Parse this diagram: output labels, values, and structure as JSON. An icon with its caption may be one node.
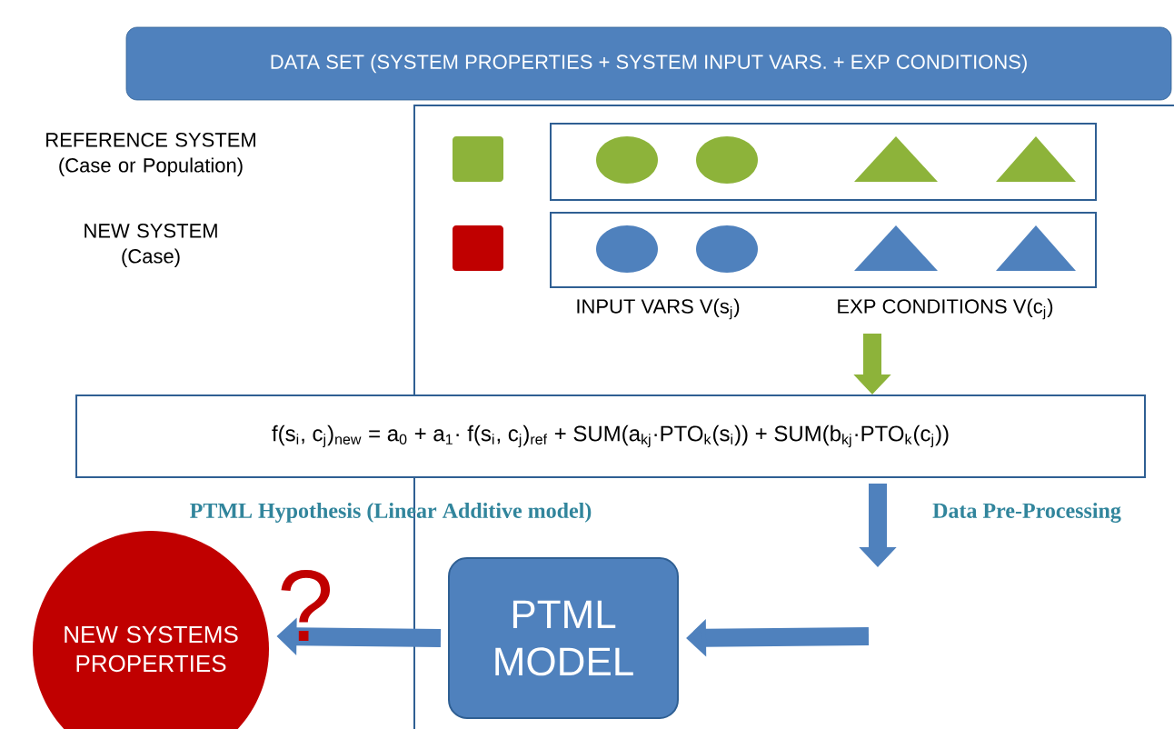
{
  "diagram": {
    "nodes": [
      {
        "text": [
          "DATA SET (SYSTEM PROPERTIES + SYSTEM INPUT VARS. + EXP CONDITIONS)"
        ]
      },
      {
        "text": [],
        "shape": "box"
      },
      {
        "text": [],
        "shape": "box",
        "beside": [
          "INPUT VARS V(s$_{j}$)",
          "EXP CONDITIONS V(c$_{j}$)"
        ]
      },
      {
        "text": [
          "f(s$_{i}$, c$_{j}$)$_{new}$ = a$_{0}$ + a$_{1}$· f(s$_{i}$, c$_{j}$)$_{ref}$ + SUM(a$_{kj}$·PTO$_{k}$(s$_{i}$)) + SUM(b$_{kj}$·PTO$_{k}$(c$_{j}$))"
        ]
      },
      {
        "text": [
          "PTML MODEL"
        ]
      },
      {
        "text": [
          "NEW SYSTEMS PROPERTIES"
        ]
      }
    ],
    "edges": [
      {
        "from": 2,
        "to": 3,
        "arrow": "to",
        "color": "#8db33a"
      },
      {
        "from": 3,
        "to": null,
        "arrow": "to",
        "label": "Data Pre-Processing"
      },
      {
        "from": null,
        "to": 4,
        "arrow": "to"
      },
      {
        "from": 4,
        "to": 5,
        "arrow": "to"
      }
    ],
    "labels": [
      "REFERENCE SYSTEM (Case or Population)",
      "NEW SYSTEM (Case)",
      "PTML Hypothesis (Linear Additive model)",
      "?"
    ]
  }
}
